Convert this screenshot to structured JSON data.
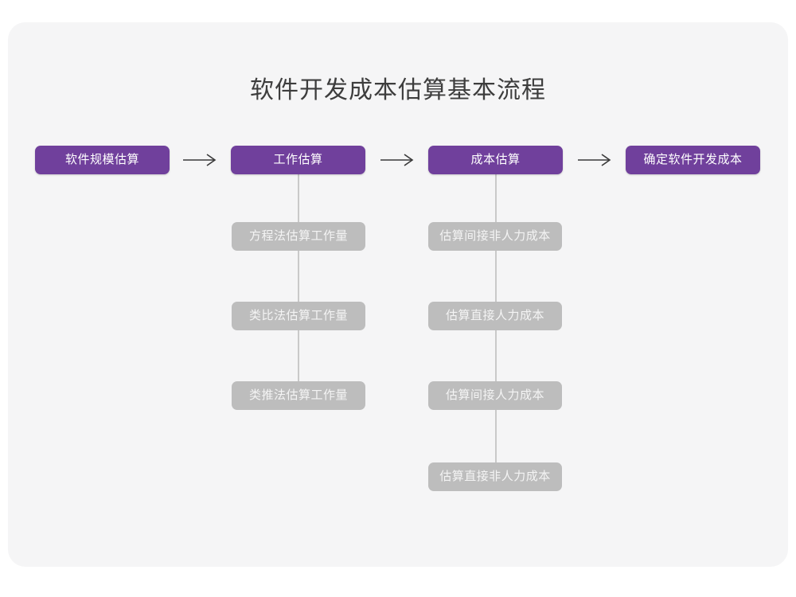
{
  "card": {
    "background_color": "#f5f5f6",
    "page_background_color": "#ffffff"
  },
  "title": "软件开发成本估算基本流程",
  "colors": {
    "primary": "#70409c",
    "secondary": "#bdbdbd",
    "title_text": "#3d3d3d",
    "primary_text": "#ffffff",
    "secondary_text": "#f4f4f4",
    "connector": "#c9c9c9",
    "arrow": "#3a3a3a"
  },
  "flow": {
    "main_steps": [
      {
        "id": "step-1",
        "label": "软件规模估算"
      },
      {
        "id": "step-2",
        "label": "工作估算"
      },
      {
        "id": "step-3",
        "label": "成本估算"
      },
      {
        "id": "step-4",
        "label": "确定软件开发成本"
      }
    ],
    "arrows": [
      {
        "id": "arrow-1",
        "glyph": "right-arrow-icon"
      },
      {
        "id": "arrow-2",
        "glyph": "right-arrow-icon"
      },
      {
        "id": "arrow-3",
        "glyph": "right-arrow-icon"
      }
    ],
    "substeps_work_estimation": [
      {
        "id": "work-1",
        "label": "方程法估算工作量"
      },
      {
        "id": "work-2",
        "label": "类比法估算工作量"
      },
      {
        "id": "work-3",
        "label": "类推法估算工作量"
      }
    ],
    "substeps_cost_estimation": [
      {
        "id": "cost-1",
        "label": "估算间接非人力成本"
      },
      {
        "id": "cost-2",
        "label": "估算直接人力成本"
      },
      {
        "id": "cost-3",
        "label": "估算间接人力成本"
      },
      {
        "id": "cost-4",
        "label": "估算直接非人力成本"
      }
    ]
  }
}
